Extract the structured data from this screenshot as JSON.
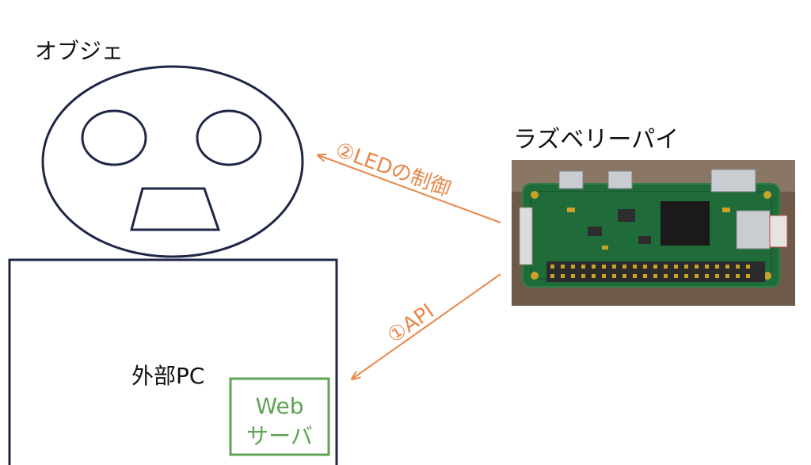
{
  "object": {
    "title": "オブジェ"
  },
  "pc": {
    "label": "外部PC"
  },
  "webserver": {
    "line1": "Web",
    "line2": "サーバ"
  },
  "raspi": {
    "title": "ラズベリーパイ"
  },
  "arrows": {
    "led_control": "②LEDの制御",
    "api": "①API"
  },
  "colors": {
    "outline": "#1f2747",
    "arrow": "#e8874a",
    "webserver": "#5ea454",
    "pcb": "#1f6b3a",
    "pcb_dark": "#174f2b",
    "pcb_edge": "#2c8045",
    "header_pins": "#2b2b2b",
    "chip": "#1a1a1a",
    "connector": "#c9ccd1",
    "connector_dark": "#7f848c",
    "gold": "#c9a227"
  }
}
